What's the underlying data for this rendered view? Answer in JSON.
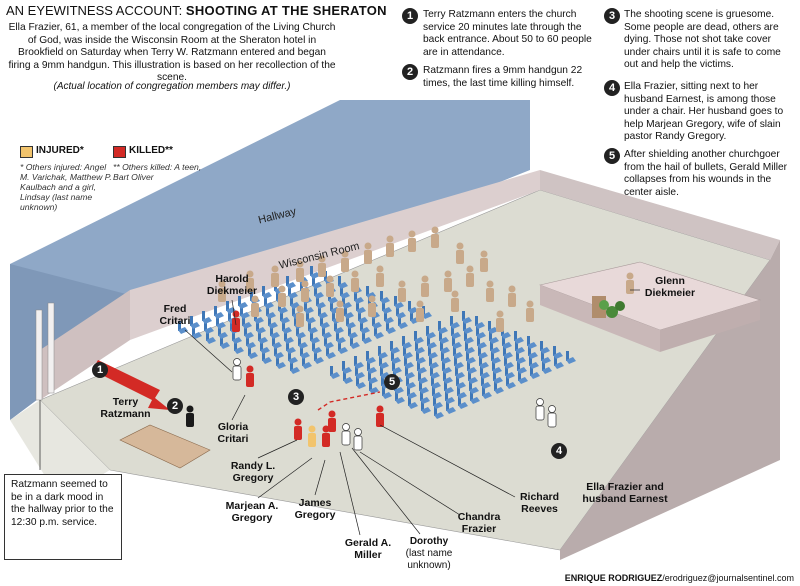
{
  "header": {
    "prefix": "AN EYEWITNESS ACCOUNT:",
    "title": "SHOOTING AT THE SHERATON",
    "intro": "Ella Frazier, 61, a member of the local congregation of the Living Church of God, was inside the Wisconsin Room at the Sheraton hotel in Brookfield on Saturday when Terry W. Ratzmann entered and began firing a 9mm handgun. This illustration is based on her recollection of the scene.",
    "note": "(Actual location of congregation members may differ.)"
  },
  "steps": [
    {
      "num": "1",
      "text": "Terry Ratzmann enters the church service 20 minutes late through the back entrance. About 50 to 60 people are in attendance."
    },
    {
      "num": "2",
      "text": "Ratzmann fires a 9mm handgun 22 times, the last time killing himself."
    },
    {
      "num": "3",
      "text": "The shooting scene is gruesome. Some people are dead, others are dying. Those not shot take cover under chairs until it is safe to come out and help the victims."
    },
    {
      "num": "4",
      "text": "Ella Frazier, sitting next to her husband Earnest, is among those under a chair. Her husband goes to help Marjean Gregory, wife of slain pastor Randy Gregory."
    },
    {
      "num": "5",
      "text": "After shielding another churchgoer from the hail of bullets, Gerald Miller collapses from his wounds in the center aisle."
    }
  ],
  "legend": {
    "injured_label": "INJURED*",
    "killed_label": "KILLED**",
    "injured_color": "#f2c46d",
    "killed_color": "#d32a25",
    "injured_note": "* Others injured: Angel M. Varichak, Matthew P. Kaulbach and a girl, Lindsay (last name unknown)",
    "killed_note": "** Others killed: A teen, Bart Oliver"
  },
  "rooms": {
    "hallway": "Hallway",
    "wisconsin": "Wisconsin Room"
  },
  "people": {
    "harold": "Harold Diekmeier",
    "fred": "Fred Critari",
    "terry": "Terry Ratzmann",
    "gloria": "Gloria Critari",
    "randy": "Randy L. Gregory",
    "marjean": "Marjean A. Gregory",
    "james": "James Gregory",
    "gerald": "Gerald A. Miller",
    "dorothy_name": "Dorothy",
    "dorothy_note": "(last name unknown)",
    "chandra": "Chandra Frazier",
    "richard": "Richard Reeves",
    "ella": "Ella Frazier and husband Earnest",
    "glenn": "Glenn Diekmeier"
  },
  "callout": "Ratzmann seemed to be in a dark mood in the hallway prior to the 12:30 p.m. service.",
  "credit": {
    "name": "ENRIQUE RODRIGUEZ",
    "email": "/erodriguez@journalsentinel.com"
  },
  "colors": {
    "floor": "#dcdcd2",
    "wall_pink": "#dccfcf",
    "hallway_blue": "#8fa8c7",
    "chair_blue": "#3f77b7",
    "figure_tan": "#c8a98a"
  }
}
